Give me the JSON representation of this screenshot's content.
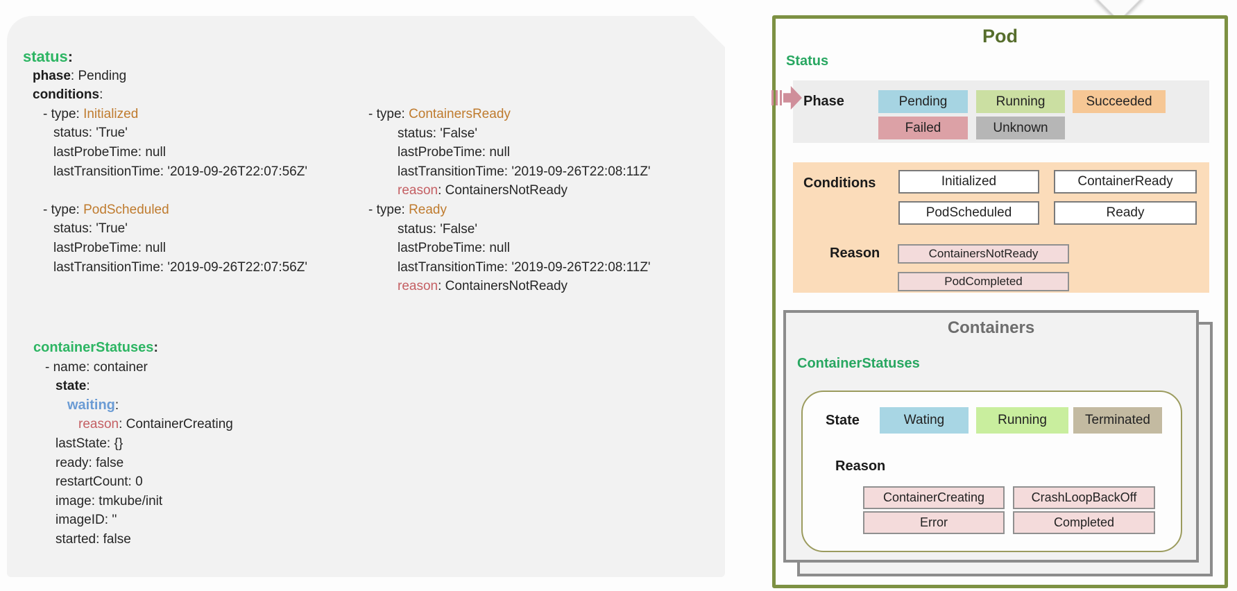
{
  "yaml": {
    "block1": [
      {
        "ind": 0,
        "seg": [
          {
            "c": "g1",
            "t": "status"
          },
          {
            "c": "p1",
            "t": ":"
          }
        ]
      },
      {
        "ind": 14,
        "seg": [
          {
            "c": "k",
            "t": "phase"
          },
          {
            "c": "p",
            "t": ": Pending"
          }
        ]
      },
      {
        "ind": 14,
        "seg": [
          {
            "c": "k",
            "t": "conditions"
          },
          {
            "c": "p",
            "t": ":"
          }
        ]
      },
      {
        "ind": 29,
        "seg": [
          {
            "c": "p",
            "t": "- type: "
          },
          {
            "c": "o",
            "t": "Initialized"
          }
        ]
      },
      {
        "ind": 44,
        "seg": [
          {
            "c": "p",
            "t": "status: 'True'"
          }
        ]
      },
      {
        "ind": 44,
        "seg": [
          {
            "c": "p",
            "t": "lastProbeTime: null"
          }
        ]
      },
      {
        "ind": 44,
        "seg": [
          {
            "c": "p",
            "t": "lastTransitionTime: '2019-09-26T22:07:56Z'"
          }
        ]
      },
      {
        "gap": true
      },
      {
        "ind": 29,
        "seg": [
          {
            "c": "p",
            "t": "- type: "
          },
          {
            "c": "o",
            "t": "PodScheduled"
          }
        ]
      },
      {
        "ind": 44,
        "seg": [
          {
            "c": "p",
            "t": "status: 'True'"
          }
        ]
      },
      {
        "ind": 44,
        "seg": [
          {
            "c": "p",
            "t": "lastProbeTime: null"
          }
        ]
      },
      {
        "ind": 44,
        "seg": [
          {
            "c": "p",
            "t": "lastTransitionTime: '2019-09-26T22:07:56Z'"
          }
        ]
      }
    ],
    "block2": [
      {
        "ind": 0,
        "seg": [
          {
            "c": "p",
            "t": "- type: "
          },
          {
            "c": "o",
            "t": "ContainersReady"
          }
        ]
      },
      {
        "ind": 42,
        "seg": [
          {
            "c": "p",
            "t": "status: 'False'"
          }
        ]
      },
      {
        "ind": 42,
        "seg": [
          {
            "c": "p",
            "t": "lastProbeTime: null"
          }
        ]
      },
      {
        "ind": 42,
        "seg": [
          {
            "c": "p",
            "t": "lastTransitionTime: '2019-09-26T22:08:11Z'"
          }
        ]
      },
      {
        "ind": 42,
        "seg": [
          {
            "c": "r",
            "t": "reason"
          },
          {
            "c": "p",
            "t": ": ContainersNotReady"
          }
        ]
      },
      {
        "ind": 0,
        "seg": [
          {
            "c": "p",
            "t": "- type: "
          },
          {
            "c": "o",
            "t": "Ready"
          }
        ]
      },
      {
        "ind": 42,
        "seg": [
          {
            "c": "p",
            "t": "status: 'False'"
          }
        ]
      },
      {
        "ind": 42,
        "seg": [
          {
            "c": "p",
            "t": "lastProbeTime: null"
          }
        ]
      },
      {
        "ind": 42,
        "seg": [
          {
            "c": "p",
            "t": "lastTransitionTime: '2019-09-26T22:08:11Z'"
          }
        ]
      },
      {
        "ind": 42,
        "seg": [
          {
            "c": "r",
            "t": "reason"
          },
          {
            "c": "p",
            "t": ": ContainersNotReady"
          }
        ]
      }
    ],
    "block3": [
      {
        "ind": 18,
        "seg": [
          {
            "c": "g2",
            "t": "containerStatuses"
          },
          {
            "c": "p2",
            "t": ":"
          }
        ]
      },
      {
        "ind": 35,
        "seg": [
          {
            "c": "p",
            "t": "- name: container"
          }
        ]
      },
      {
        "ind": 50,
        "seg": [
          {
            "c": "k",
            "t": "state"
          },
          {
            "c": "p",
            "t": ":"
          }
        ]
      },
      {
        "ind": 67,
        "seg": [
          {
            "c": "b",
            "t": "waiting"
          },
          {
            "c": "p",
            "t": ":"
          }
        ]
      },
      {
        "ind": 83,
        "seg": [
          {
            "c": "r",
            "t": "reason"
          },
          {
            "c": "p",
            "t": ": ContainerCreating"
          }
        ]
      },
      {
        "ind": 50,
        "seg": [
          {
            "c": "p",
            "t": "lastState: {}"
          }
        ]
      },
      {
        "ind": 50,
        "seg": [
          {
            "c": "p",
            "t": "ready: false"
          }
        ]
      },
      {
        "ind": 50,
        "seg": [
          {
            "c": "p",
            "t": "restartCount: 0"
          }
        ]
      },
      {
        "ind": 50,
        "seg": [
          {
            "c": "p",
            "t": "image: tmkube/init"
          }
        ]
      },
      {
        "ind": 50,
        "seg": [
          {
            "c": "p",
            "t": "imageID: ''"
          }
        ]
      },
      {
        "ind": 50,
        "seg": [
          {
            "c": "p",
            "t": "started: false"
          }
        ]
      }
    ]
  },
  "pod": {
    "title": "Pod",
    "status_label": "Status",
    "phase": {
      "label": "Phase",
      "badges": [
        {
          "key": "pending",
          "label": "Pending",
          "bg": "#a6d4e2"
        },
        {
          "key": "running",
          "label": "Running",
          "bg": "#cbdfa2"
        },
        {
          "key": "succeeded",
          "label": "Succeeded",
          "bg": "#f6c795"
        },
        {
          "key": "failed",
          "label": "Failed",
          "bg": "#dca1a6"
        },
        {
          "key": "unknown",
          "label": "Unknown",
          "bg": "#b6b6b6"
        }
      ]
    },
    "conditions": {
      "label": "Conditions",
      "types": [
        {
          "key": "initialized",
          "label": "Initialized"
        },
        {
          "key": "containerready",
          "label": "ContainerReady"
        },
        {
          "key": "podscheduled",
          "label": "PodScheduled"
        },
        {
          "key": "ready",
          "label": "Ready"
        }
      ],
      "reason_label": "Reason",
      "reasons": [
        {
          "key": "containersnotready",
          "label": "ContainersNotReady"
        },
        {
          "key": "podcompleted",
          "label": "PodCompleted"
        }
      ]
    },
    "containers": {
      "title": "Containers",
      "statuses_label": "ContainerStatuses",
      "state_label": "State",
      "states": [
        {
          "key": "wating",
          "label": "Wating",
          "bg": "#a8d6e4"
        },
        {
          "key": "running2",
          "label": "Running",
          "bg": "#c9ee9e"
        },
        {
          "key": "terminated",
          "label": "Terminated",
          "bg": "#c3baa1"
        }
      ],
      "reason_label": "Reason",
      "reasons": [
        {
          "key": "containercreating",
          "label": "ContainerCreating"
        },
        {
          "key": "crashloopbackoff",
          "label": "CrashLoopBackOff"
        },
        {
          "key": "error",
          "label": "Error"
        },
        {
          "key": "completed",
          "label": "Completed"
        }
      ]
    }
  },
  "colors": {
    "panel_bg": "#f2f2f2",
    "pod_border": "#7d9143",
    "pod_title": "#566d2c",
    "green_label": "#28a761",
    "phase_row_bg": "#ededed",
    "conditions_bg": "#fbdcba",
    "containers_border": "#8c8c8c",
    "reason_box_bg": "#f3dbdb",
    "arrow_pink": "#cf8e9a",
    "yaml_green": "#2db563",
    "yaml_orange": "#bf7b2e",
    "yaml_red": "#c45f63",
    "yaml_blue": "#6a9bd4"
  }
}
